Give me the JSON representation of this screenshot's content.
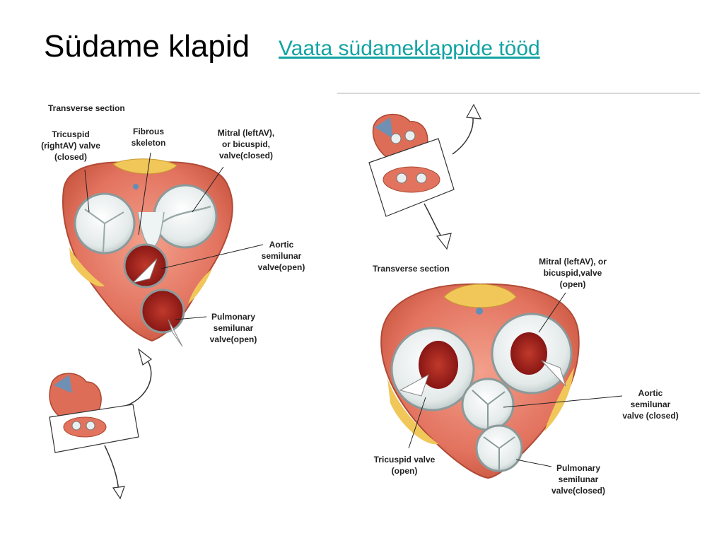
{
  "slide": {
    "title": "Südame klapid",
    "link_text": "Vaata südameklappide tööd"
  },
  "figure_left": {
    "header": "Transverse section",
    "labels": {
      "tricuspid": [
        "Tricuspid",
        "(rightAV) valve",
        "(closed)"
      ],
      "fibrous": [
        "Fibrous",
        "skeleton"
      ],
      "mitral": [
        "Mitral (leftAV),",
        "or bicuspid,",
        "valve(closed)"
      ],
      "aortic": [
        "Aortic",
        "semilunar",
        "valve(open)"
      ],
      "pulmonary": [
        "Pulmonary",
        "semilunar",
        "valve(open)"
      ]
    }
  },
  "figure_right": {
    "header": "Transverse section",
    "labels": {
      "mitral": [
        "Mitral (leftAV), or",
        "bicuspid,valve",
        "(open)"
      ],
      "aortic": [
        "Aortic",
        "semilunar",
        "valve (closed)"
      ],
      "tricuspid": [
        "Tricuspid valve",
        "(open)"
      ],
      "pulmonary": [
        "Pulmonary",
        "semilunar",
        "valve(closed)"
      ]
    }
  },
  "colors": {
    "muscle": "#e2735f",
    "muscle_dark": "#c8553f",
    "fat": "#f1c75a",
    "valve": "#e9eeee",
    "valve_edge": "#8a9a9a",
    "blood": "#9b1b1b",
    "link": "#12a3a3"
  }
}
